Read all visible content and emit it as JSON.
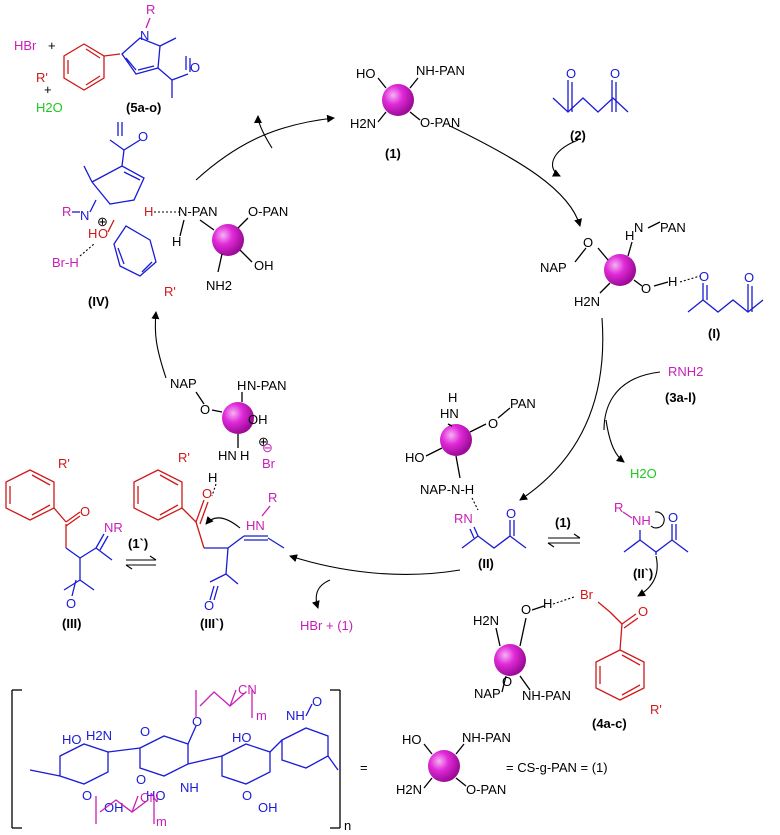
{
  "catalyst": {
    "label": "(1)",
    "ho": "HO",
    "nh_pan": "NH-PAN",
    "h2n": "H2N",
    "o_pan": "O-PAN"
  },
  "diketone": {
    "label": "(2)"
  },
  "intermediate_I": {
    "label": "(I)",
    "nap_o": "NAP",
    "n_pan": "PAN",
    "h2n": "H2N"
  },
  "amine": {
    "formula": "RNH2",
    "label": "(3a-l)"
  },
  "water_out": "H2O",
  "intermediate_II": {
    "label": "(II)",
    "rn": "RN"
  },
  "intermediate_II_prime": {
    "label": "(II`)",
    "r": "R",
    "nh": "NH"
  },
  "equilibrium_catalyst": "(1)",
  "bromo": {
    "label": "(4a-c)",
    "br": "Br",
    "rprime": "R'"
  },
  "hbr_release": "HBr + (1)",
  "intermediate_III": {
    "label": "(III)",
    "nr": "NR",
    "rprime": "R'"
  },
  "intermediate_III_prime": {
    "label": "(III`)",
    "r": "R",
    "hn": "HN",
    "rprime": "R'",
    "br": "Br"
  },
  "equilibrium_1prime": "(1`)",
  "intermediate_IV": {
    "label": "(IV)",
    "r": "R",
    "brh": "Br-H",
    "rprime": "R'",
    "n_pan": "N-PAN",
    "o_pan": "O-PAN",
    "oh": "OH",
    "nh2": "NH2"
  },
  "product": {
    "label": "(5a-o)",
    "hbr": "HBr",
    "h2o": "H2O",
    "r": "R",
    "rprime": "R'"
  },
  "footer": {
    "equals": "=",
    "cs_g_pan": "= CS-g-PAN = (1)",
    "subscript_n": "n",
    "subscript_m": "m",
    "cn": "CN"
  },
  "colors": {
    "catalyst_sphere": "#d61fd1",
    "blue": "#1a1ad6",
    "red": "#d01818",
    "magenta": "#c81fb7",
    "green": "#1fc81f"
  }
}
